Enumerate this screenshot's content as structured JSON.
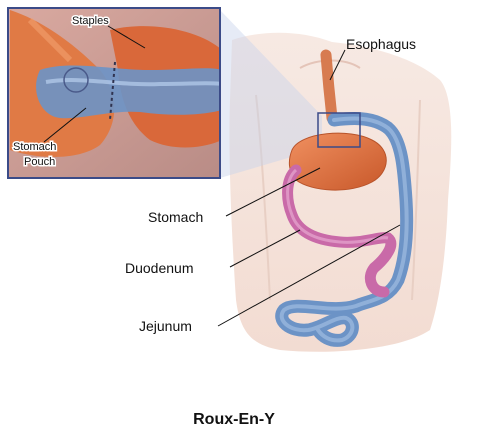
{
  "title": "Roux-En-Y",
  "labels": {
    "staples": "Staples",
    "stomach_pouch_line1": "Stomach",
    "stomach_pouch_line2": "Pouch",
    "esophagus": "Esophagus",
    "stomach": "Stomach",
    "duodenum": "Duodenum",
    "jejunum": "Jejunum"
  },
  "colors": {
    "stomach": "#e07a45",
    "intestine_blue": "#6c93c6",
    "duodenum_pink": "#c96aa8",
    "body_skin": "#f1ddd4",
    "inset_border": "#3b4b88"
  }
}
